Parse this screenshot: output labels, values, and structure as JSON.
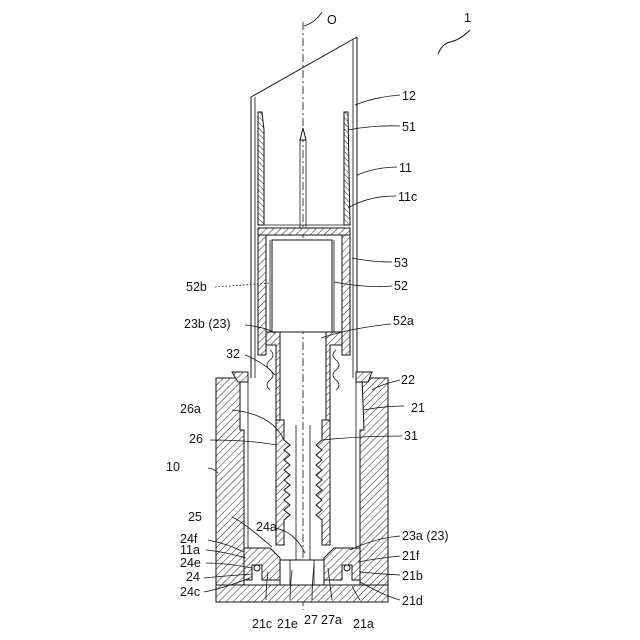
{
  "labels": {
    "axis": "O",
    "assembly": "1",
    "l12": "12",
    "l51": "51",
    "l11": "11",
    "l11c": "11c",
    "l53": "53",
    "l52": "52",
    "l52b": "52b",
    "l23b": "23b (23)",
    "l52a": "52a",
    "l32": "32",
    "l22": "22",
    "l21": "21",
    "l26a": "26a",
    "l26": "26",
    "l31": "31",
    "l10": "10",
    "l25": "25",
    "l24a": "24a",
    "l23a": "23a (23)",
    "l24f": "24f",
    "l11a": "11a",
    "l21f": "21f",
    "l24e": "24e",
    "l24": "24",
    "l21b": "21b",
    "l24c": "24c",
    "l21d": "21d",
    "l21c": "21c",
    "l21e": "21e",
    "l27": "27",
    "l27a": "27a",
    "l21a": "21a"
  }
}
